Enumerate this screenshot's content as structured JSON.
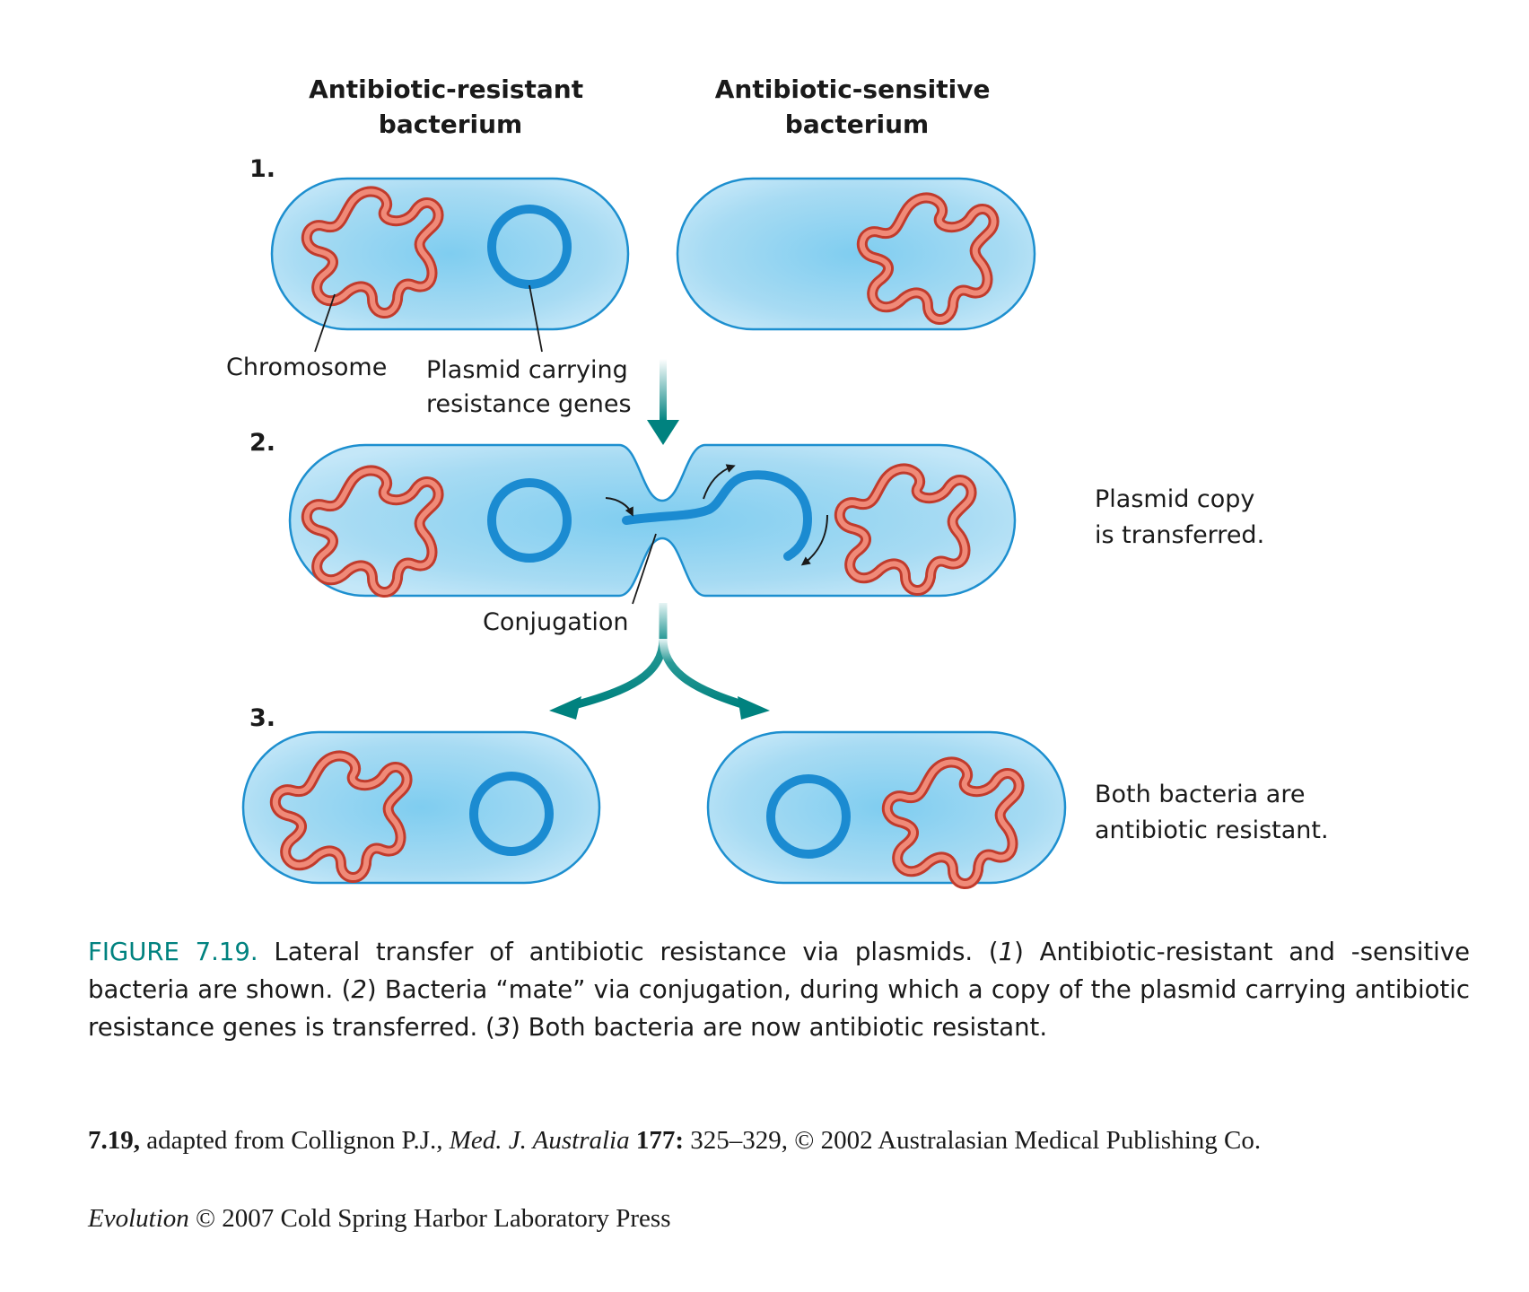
{
  "headers": {
    "resistant": [
      "Antibiotic-resistant",
      "bacterium"
    ],
    "sensitive": [
      "Antibiotic-sensitive",
      "bacterium"
    ]
  },
  "steps": [
    "1.",
    "2.",
    "3."
  ],
  "labels": {
    "chromosome": "Chromosome",
    "plasmid": [
      "Plasmid carrying",
      "resistance genes"
    ],
    "conjugation": "Conjugation",
    "transferred": [
      "Plasmid copy",
      "is transferred."
    ],
    "both_resistant": [
      "Both bacteria are",
      "antibiotic resistant."
    ]
  },
  "caption": {
    "label": "FIGURE 7.19.",
    "lead": "Lateral transfer of antibiotic resistance via plasmids. (",
    "n1": "1",
    "t1": ") Antibiotic-resistant and -sensitive bacteria are shown. (",
    "n2": "2",
    "t2": ") Bacteria “mate” via conjugation, during which a copy of the plasmid carrying antibiotic resistance genes is transferred. (",
    "n3": "3",
    "t3": ") Both bacteria are now antibiotic resistant."
  },
  "credit": {
    "figure_number": "7.19,",
    "text": " adapted from Collignon P.J., ",
    "journal": "Med. J. Australia",
    "space": " ",
    "volume": "177:",
    "rest": " 325–329, © 2002 Australasian Medical Publishing Co."
  },
  "copyright": {
    "book": "Evolution",
    "rest": " © 2007 Cold Spring Harbor Laboratory Press"
  },
  "colors": {
    "cell_fill": "#a9dcf3",
    "cell_outline": "#1d8fcf",
    "plasmid": "#1b8bd1",
    "chromosome": "#e05a47",
    "arrow": "#00827f",
    "caption_label": "#00827f"
  }
}
